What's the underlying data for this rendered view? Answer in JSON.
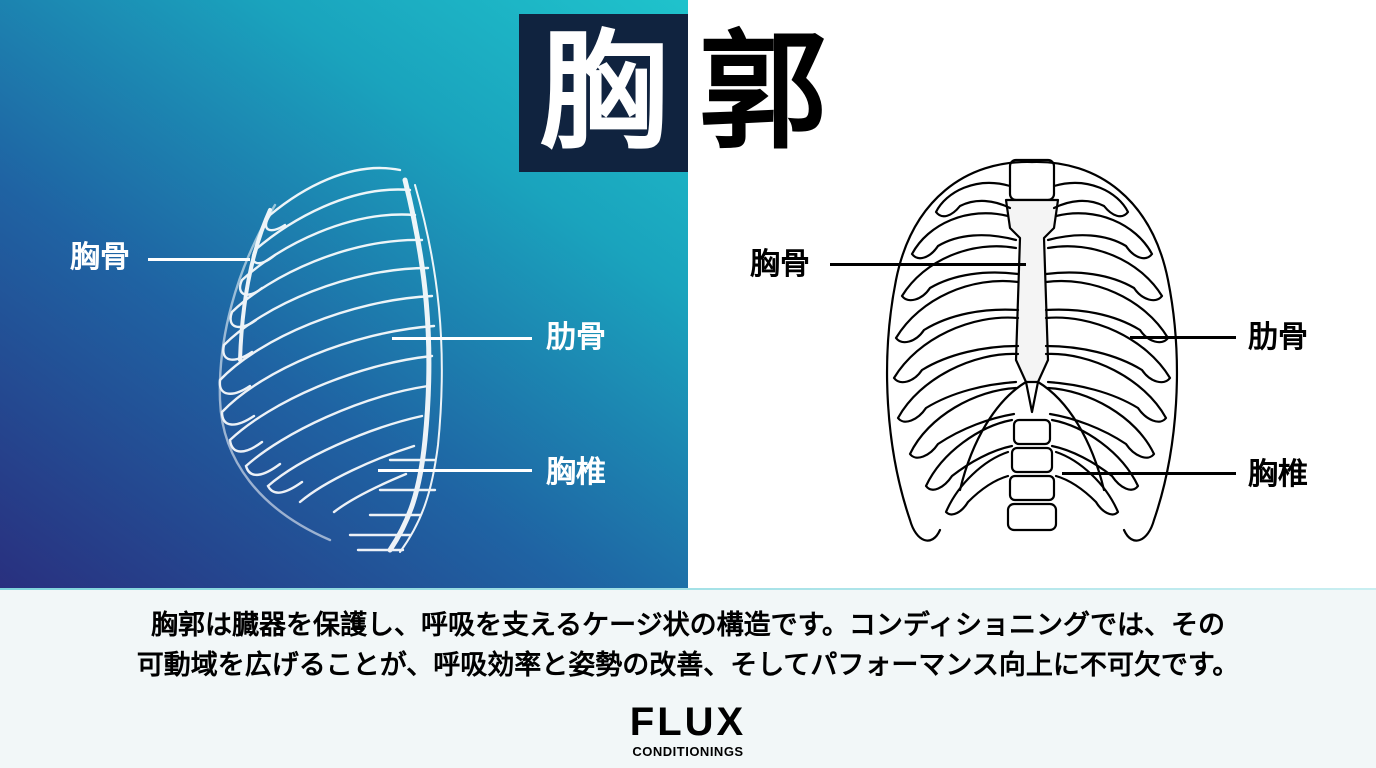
{
  "title": {
    "left_char": "胸",
    "right_char": "郭"
  },
  "left_panel": {
    "labels": {
      "sternum": "胸骨",
      "ribs": "肋骨",
      "vertebrae": "胸椎"
    },
    "illustration_icon": "ribcage-side-outline-icon",
    "colors": {
      "gradient_start": "#29307f",
      "gradient_end": "#1fc3cc",
      "line": "#ffffff"
    }
  },
  "right_panel": {
    "labels": {
      "sternum": "胸骨",
      "ribs": "肋骨",
      "vertebrae": "胸椎"
    },
    "illustration_icon": "ribcage-front-lineart-icon",
    "colors": {
      "background": "#ffffff",
      "line": "#000000"
    }
  },
  "caption": {
    "line1": "胸郭は臓器を保護し、呼吸を支えるケージ状の構造です。コンディショニングでは、その",
    "line2": "可動域を広げることが、呼吸効率と姿勢の改善、そしてパフォーマンス向上に不可欠です。"
  },
  "logo": {
    "main": "FLUX",
    "sub": "CONDITIONINGS"
  },
  "colors": {
    "title_box": "#10233f",
    "footer_bg": "#f2f7f8"
  }
}
